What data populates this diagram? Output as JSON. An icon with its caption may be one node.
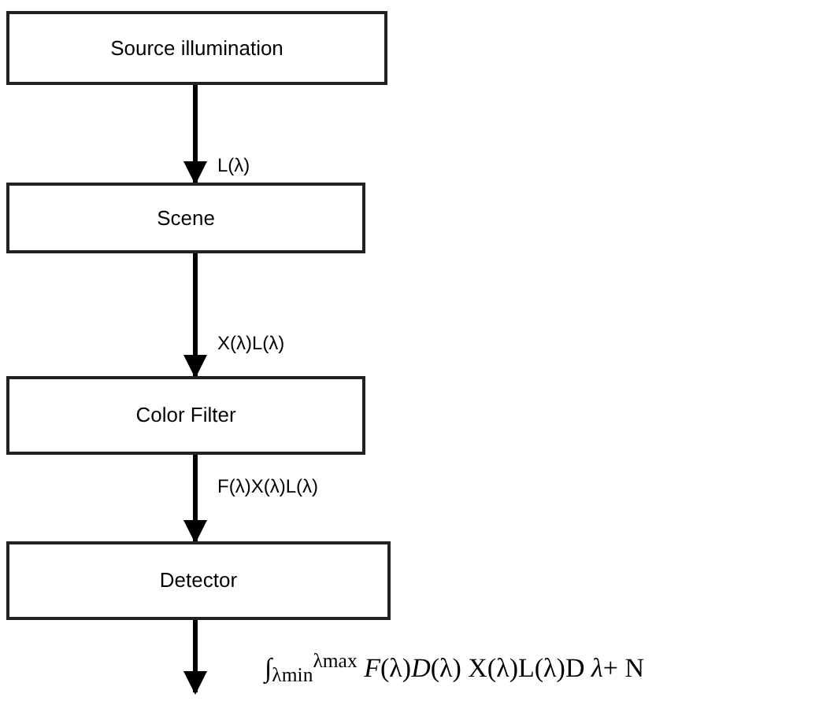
{
  "diagram": {
    "nodes": [
      {
        "text": [
          "Source illumination"
        ]
      },
      {
        "text": [
          "Scene"
        ]
      },
      {
        "text": [
          "Color Filter"
        ]
      },
      {
        "text": [
          "Detector"
        ]
      }
    ],
    "edges": [
      {
        "from": 0,
        "to": 1,
        "arrow": "to",
        "label": "L(λ)"
      },
      {
        "from": 1,
        "to": 2,
        "arrow": "to",
        "label": "X(λ)L(λ)"
      },
      {
        "from": 2,
        "to": 3,
        "arrow": "to",
        "label": "F(λ)X(λ)L(λ)"
      },
      {
        "from": 3,
        "to": null,
        "arrow": "to",
        "label": "∫$_{λmin}$$^{λmax}$ *F*(λ)*D*(λ) X(λ)L(λ)D *λ*+ N"
      }
    ]
  }
}
